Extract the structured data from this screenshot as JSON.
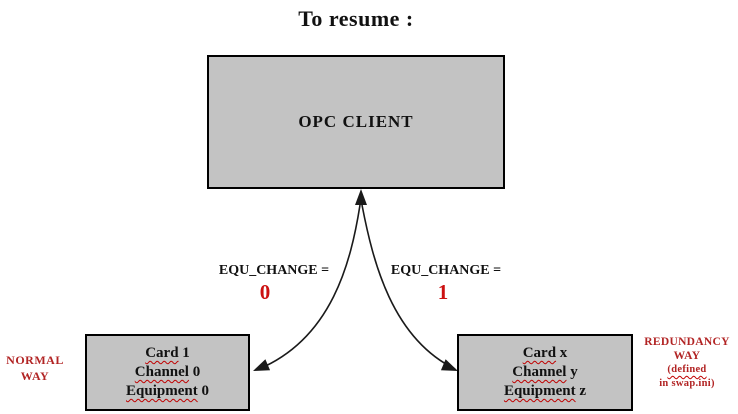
{
  "title": "To resume :",
  "client": {
    "label": "OPC CLIENT"
  },
  "left_condition": {
    "label": "EQU_CHANGE =",
    "value": "0"
  },
  "right_condition": {
    "label": "EQU_CHANGE =",
    "value": "1"
  },
  "left_box": {
    "lines": [
      {
        "word": "Card",
        "rest": " 1"
      },
      {
        "word": "Channel",
        "rest": " 0"
      },
      {
        "word": "Equipment",
        "rest": " 0"
      }
    ]
  },
  "right_box": {
    "lines": [
      {
        "word": "Card",
        "rest": " x"
      },
      {
        "word": "Channel",
        "rest": " y"
      },
      {
        "word": "Equipment",
        "rest": " z"
      }
    ]
  },
  "left_caption": {
    "lines": [
      "NORMAL",
      "WAY"
    ]
  },
  "right_caption": {
    "line1": "REDUNDANCY",
    "line2": "WAY",
    "line3": "(defined",
    "line4": "in swap.ini)"
  },
  "colors": {
    "box_fill": "#c3c3c3",
    "box_border": "#000000",
    "text": "#111111",
    "value_red": "#cc1111",
    "caption_red": "#b22424",
    "squiggle_red": "#c00000",
    "arrow": "#1a1a1a"
  }
}
